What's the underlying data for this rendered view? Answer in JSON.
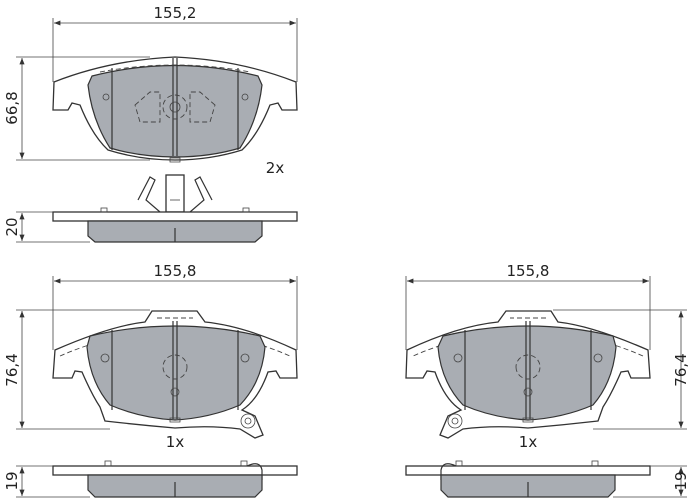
{
  "colors": {
    "friction_material": "#a9adb3",
    "line": "#333333"
  },
  "top_pad": {
    "width": "155,2",
    "height": "66,8",
    "thickness": "20",
    "quantity": "2x"
  },
  "bottom_left_pad": {
    "width": "155,8",
    "height": "76,4",
    "thickness": "19",
    "quantity": "1x"
  },
  "bottom_right_pad": {
    "width": "155,8",
    "height": "76,4",
    "thickness": "19",
    "quantity": "1x"
  }
}
